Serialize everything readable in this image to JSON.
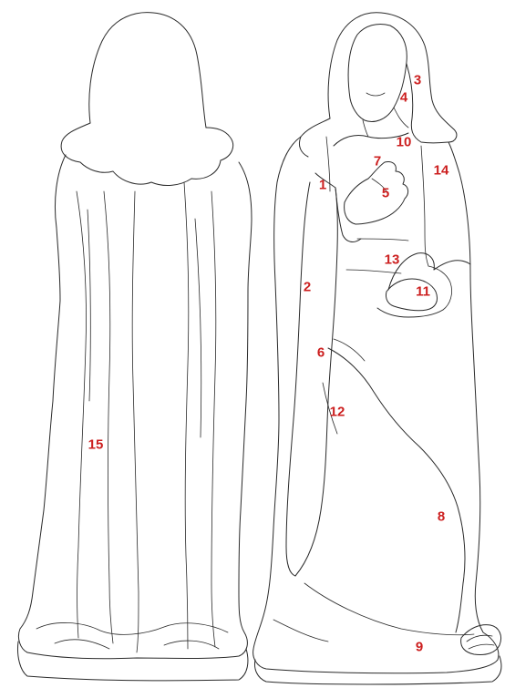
{
  "colors": {
    "label": "#cc1f1f",
    "outline": "#2a2a2a",
    "background": "#ffffff"
  },
  "labels": {
    "l1": "1",
    "l2": "2",
    "l3": "3",
    "l4": "4",
    "l5": "5",
    "l6": "6",
    "l7": "7",
    "l8": "8",
    "l9": "9",
    "l10": "10",
    "l11": "11",
    "l12": "12",
    "l13": "13",
    "l14": "14",
    "l15": "15"
  }
}
